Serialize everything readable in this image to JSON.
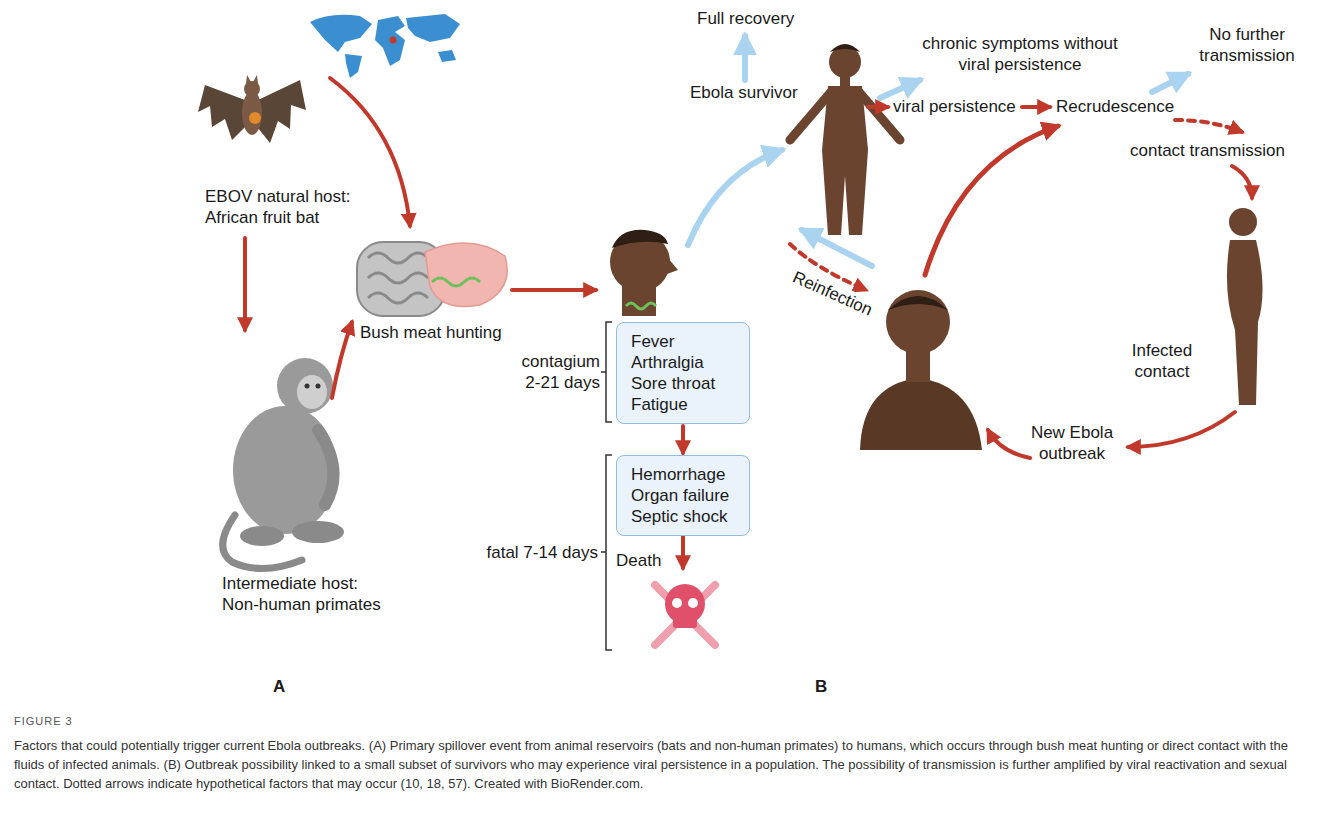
{
  "diagram": {
    "caption": "Factors that could potentially trigger current Ebola outbreaks. (A) Primary spillover event from animal reservoirs (bats and non-human primates) to humans, which occurs through bush meat hunting or direct contact with the fluids of infected animals. (B) Outbreak possibility linked to a small subset of survivors who may experience viral persistence in a population. The possibility of transmission is further amplified by viral reactivation and sexual contact. Dotted arrows indicate hypothetical factors that may occur (10, 18, 57). Created with BioRender.com.",
    "nodes": [
      {
        "text": [
          "Fever Arthralgia Sore throat Fatigue"
        ]
      },
      {
        "text": [
          "Hemorrhage Organ failure Septic shock"
        ]
      }
    ],
    "edges": [
      {
        "from": 0,
        "to": 1,
        "arrow": "to"
      }
    ],
    "labels": [
      "EBOV natural host: African fruit bat",
      "Bush meat hunting",
      "Intermediate host: Non-human primates",
      "contagium 2-21 days",
      "fatal 7-14 days",
      "Death",
      "A",
      "Full recovery",
      "Ebola survivor",
      "chronic symptoms without viral persistence",
      "viral persistence",
      "Recrudescence",
      "No further transmission",
      "contact transmission",
      "Infected contact",
      "New Ebola outbreak",
      "Reinfection",
      "B",
      "FIGURE 3"
    ]
  }
}
